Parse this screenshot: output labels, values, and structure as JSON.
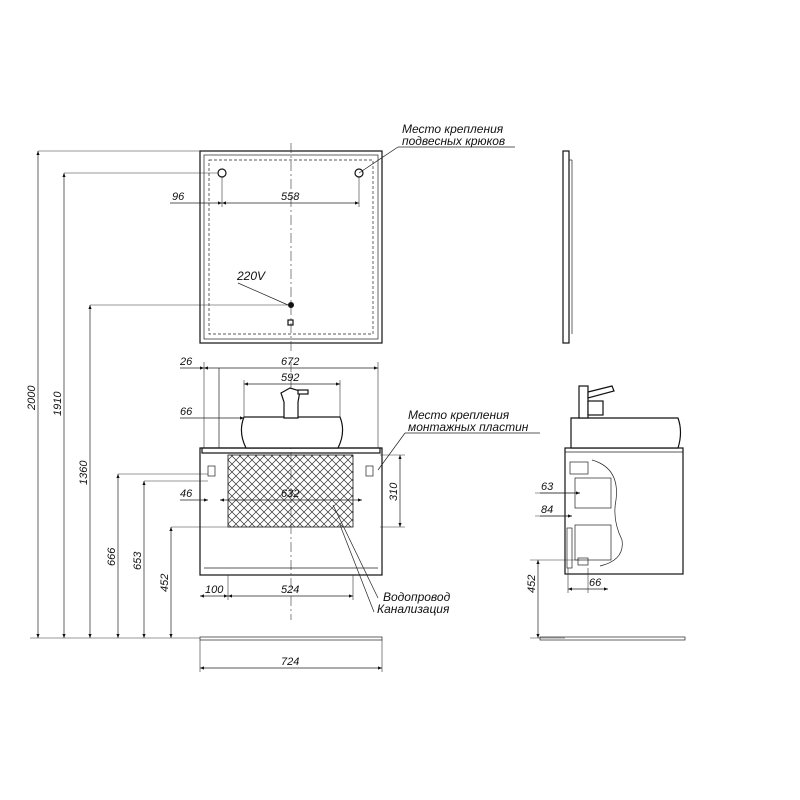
{
  "labels": {
    "hooks_line1": "Место крепления",
    "hooks_line2": "подвесных крюков",
    "plates_line1": "Место крепления",
    "plates_line2": "монтажных пластин",
    "water": "Водопровод",
    "sewer": "Канализация",
    "power": "220V"
  },
  "dimensions": {
    "d2000": "2000",
    "d1910": "1910",
    "d1360": "1360",
    "d666": "666",
    "d653": "653",
    "d452": "452",
    "d96": "96",
    "d558": "558",
    "d26": "26",
    "d672": "672",
    "d592": "592",
    "d66": "66",
    "d46": "46",
    "d632": "632",
    "d310": "310",
    "d100": "100",
    "d524": "524",
    "d724": "724",
    "side63": "63",
    "side84": "84",
    "side452": "452",
    "side66": "66"
  },
  "colors": {
    "line": "#111111",
    "background": "#ffffff"
  }
}
